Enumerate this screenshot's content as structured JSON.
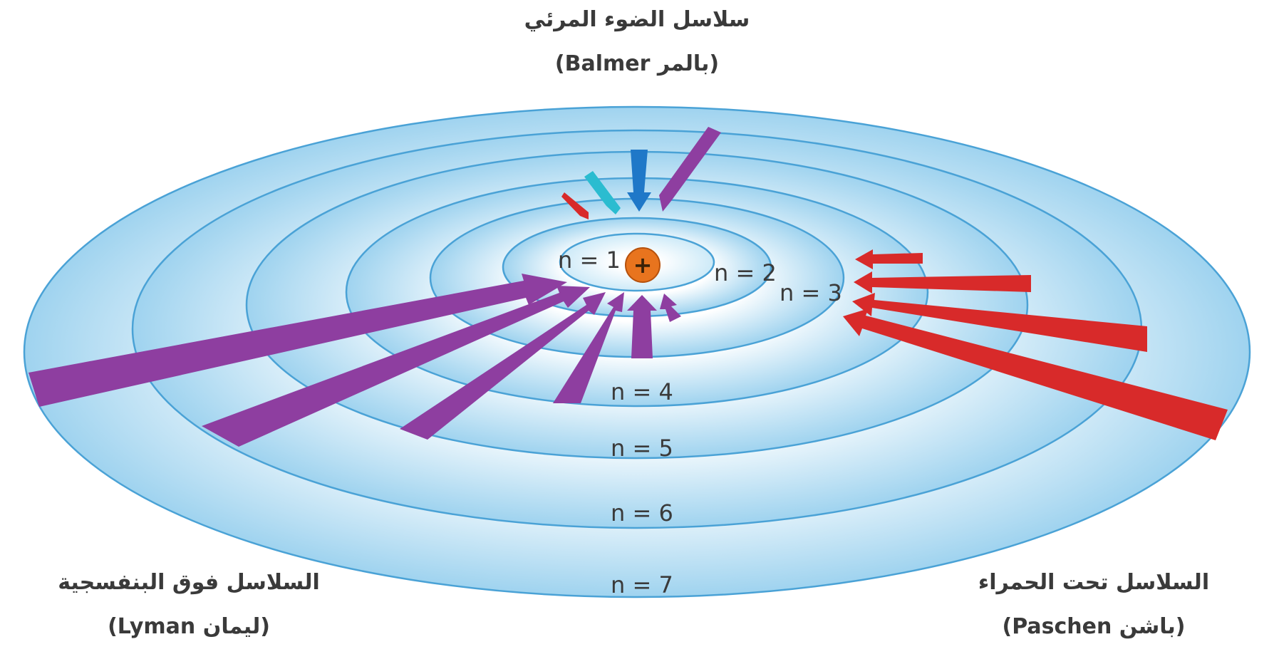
{
  "labels": {
    "balmer_ar": "سلاسل الضوء المرئي",
    "balmer_en": "(بالمر Balmer)",
    "lyman_ar": "السلاسل فوق البنفسجية",
    "lyman_en": "(ليمان  Lyman)",
    "paschen_ar": "السلاسل تحت الحمراء",
    "paschen_en": "(باشن Paschen)"
  },
  "nucleus_symbol": "+",
  "levels": [
    "n = 1",
    "n = 2",
    "n = 3",
    "n = 4",
    "n = 5",
    "n = 6",
    "n = 7"
  ],
  "colors": {
    "ring_fill": "#bfe4f5",
    "ring_stroke": "#4aa2d6",
    "lyman": "#8e3ea0",
    "balmer_violet": "#8e3ea0",
    "balmer_blue": "#1f78c8",
    "balmer_cyan": "#2bbcd0",
    "balmer_red": "#d82a2a",
    "paschen": "#d82a2a",
    "nucleus": "#e8741e"
  }
}
